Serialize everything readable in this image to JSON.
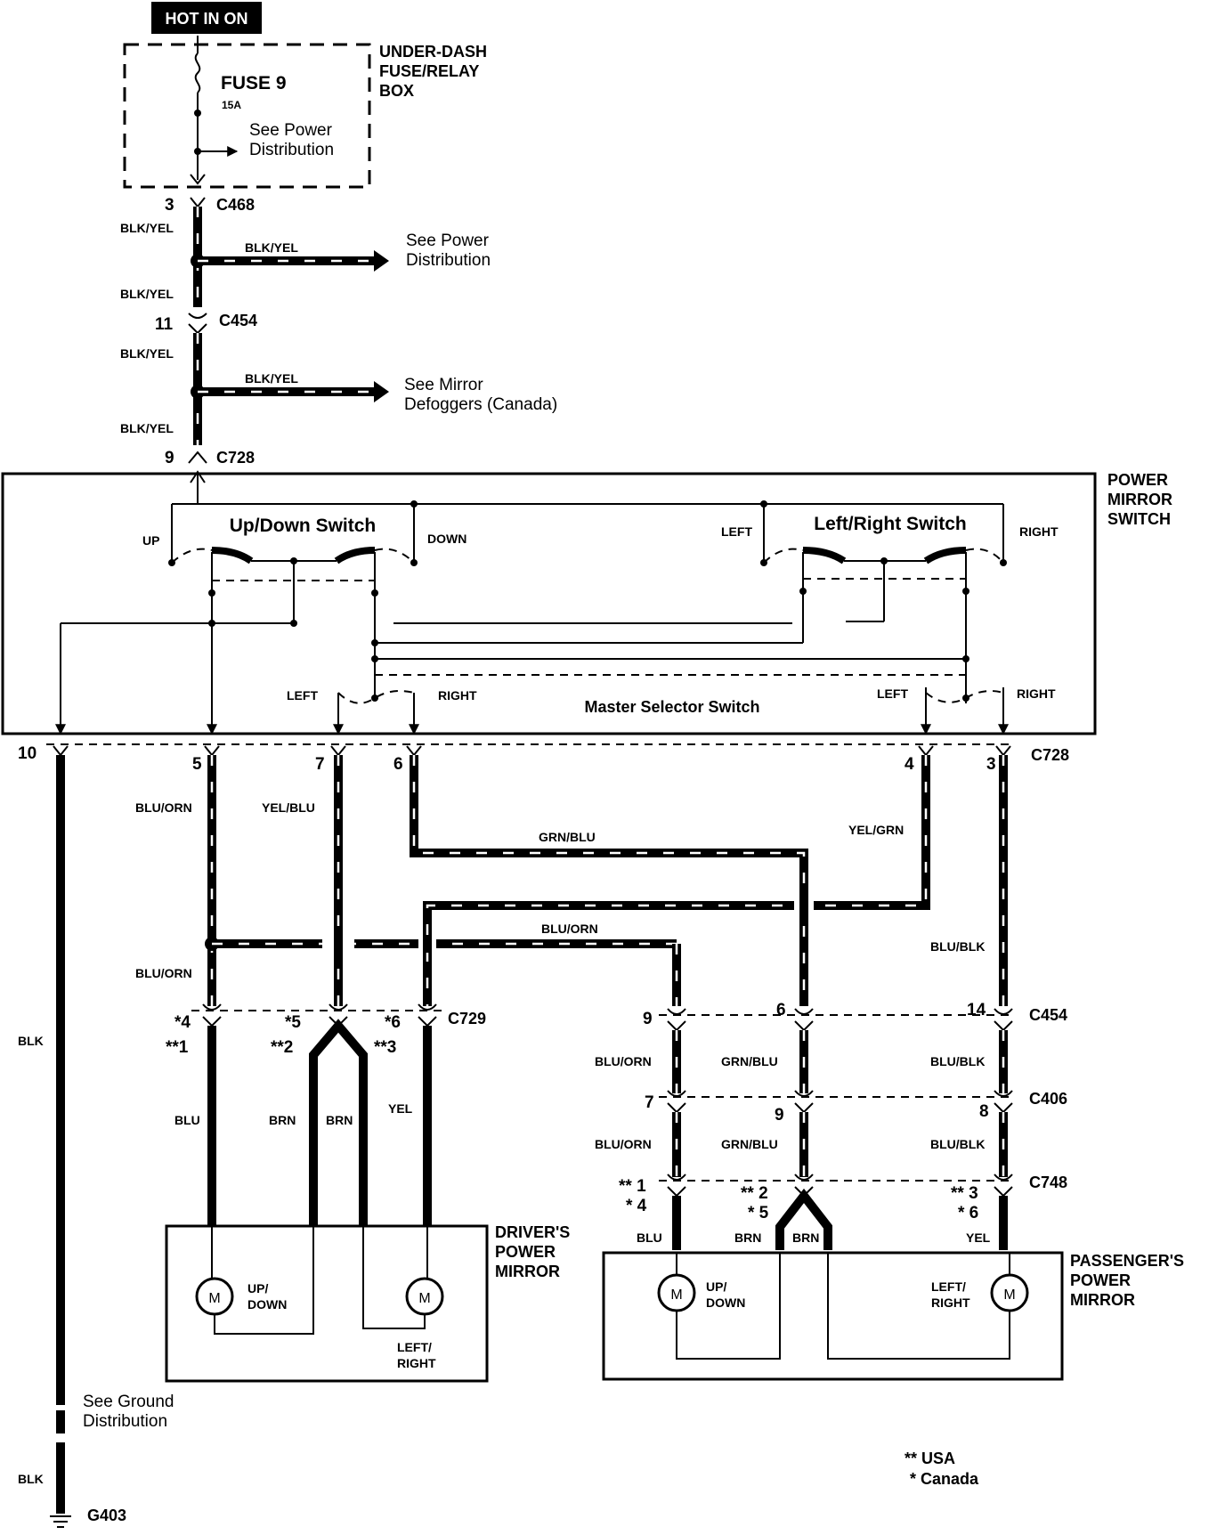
{
  "power": {
    "tag": "HOT IN ON",
    "fuse_box_label": [
      "UNDER-DASH",
      "FUSE/RELAY",
      "BOX"
    ],
    "fuse_name": "FUSE 9",
    "fuse_rating": "15A",
    "see_power_1": [
      "See Power",
      "Distribution"
    ]
  },
  "upper_wiring": {
    "c468_pin": "3",
    "c468": "C468",
    "blk_yel": "BLK/YEL",
    "see_power_2": [
      "See Power",
      "Distribution"
    ],
    "c454_pin": "11",
    "c454": "C454",
    "see_defog": [
      "See Mirror",
      "Defoggers (Canada)"
    ],
    "c728_pin_top": "9",
    "c728": "C728"
  },
  "switch": {
    "title": [
      "POWER",
      "MIRROR",
      "SWITCH"
    ],
    "updown_label": "Up/Down Switch",
    "leftright_label": "Left/Right Switch",
    "up": "UP",
    "down": "DOWN",
    "left": "LEFT",
    "right": "RIGHT",
    "master_label": "Master Selector Switch"
  },
  "c728_pins": {
    "p10": "10",
    "p5": "5",
    "p7": "7",
    "p6": "6",
    "p4": "4",
    "p3": "3",
    "name": "C728"
  },
  "wires": {
    "blu_orn": "BLU/ORN",
    "yel_blu": "YEL/BLU",
    "grn_blu": "GRN/BLU",
    "yel_grn": "YEL/GRN",
    "blu_blk": "BLU/BLK",
    "blk": "BLK",
    "blu": "BLU",
    "brn": "BRN",
    "yel": "YEL"
  },
  "driver": {
    "c729": "C729",
    "pins_canada": [
      "*4",
      "*5",
      "*6"
    ],
    "pins_usa": [
      "**1",
      "**2",
      "**3"
    ],
    "title": [
      "DRIVER'S",
      "POWER",
      "MIRROR"
    ],
    "motor": "M",
    "updown": [
      "UP/",
      "DOWN"
    ],
    "leftright": [
      "LEFT/",
      "RIGHT"
    ]
  },
  "passenger": {
    "c454_pins": [
      "9",
      "6",
      "14"
    ],
    "c454": "C454",
    "c406_pins": [
      "7",
      "9",
      "8"
    ],
    "c406": "C406",
    "c748": "C748",
    "c748_pins": [
      "** 1",
      "* 4",
      "** 2",
      "* 5",
      "** 3",
      "* 6"
    ],
    "title": [
      "PASSENGER'S",
      "POWER",
      "MIRROR"
    ],
    "motor": "M",
    "updown": [
      "UP/",
      "DOWN"
    ],
    "leftright": [
      "LEFT/",
      "RIGHT"
    ]
  },
  "ground": {
    "see_ground": [
      "See Ground",
      "Distribution"
    ],
    "blk": "BLK",
    "g403": "G403"
  },
  "legend": {
    "usa": "** USA",
    "canada": "* Canada"
  }
}
